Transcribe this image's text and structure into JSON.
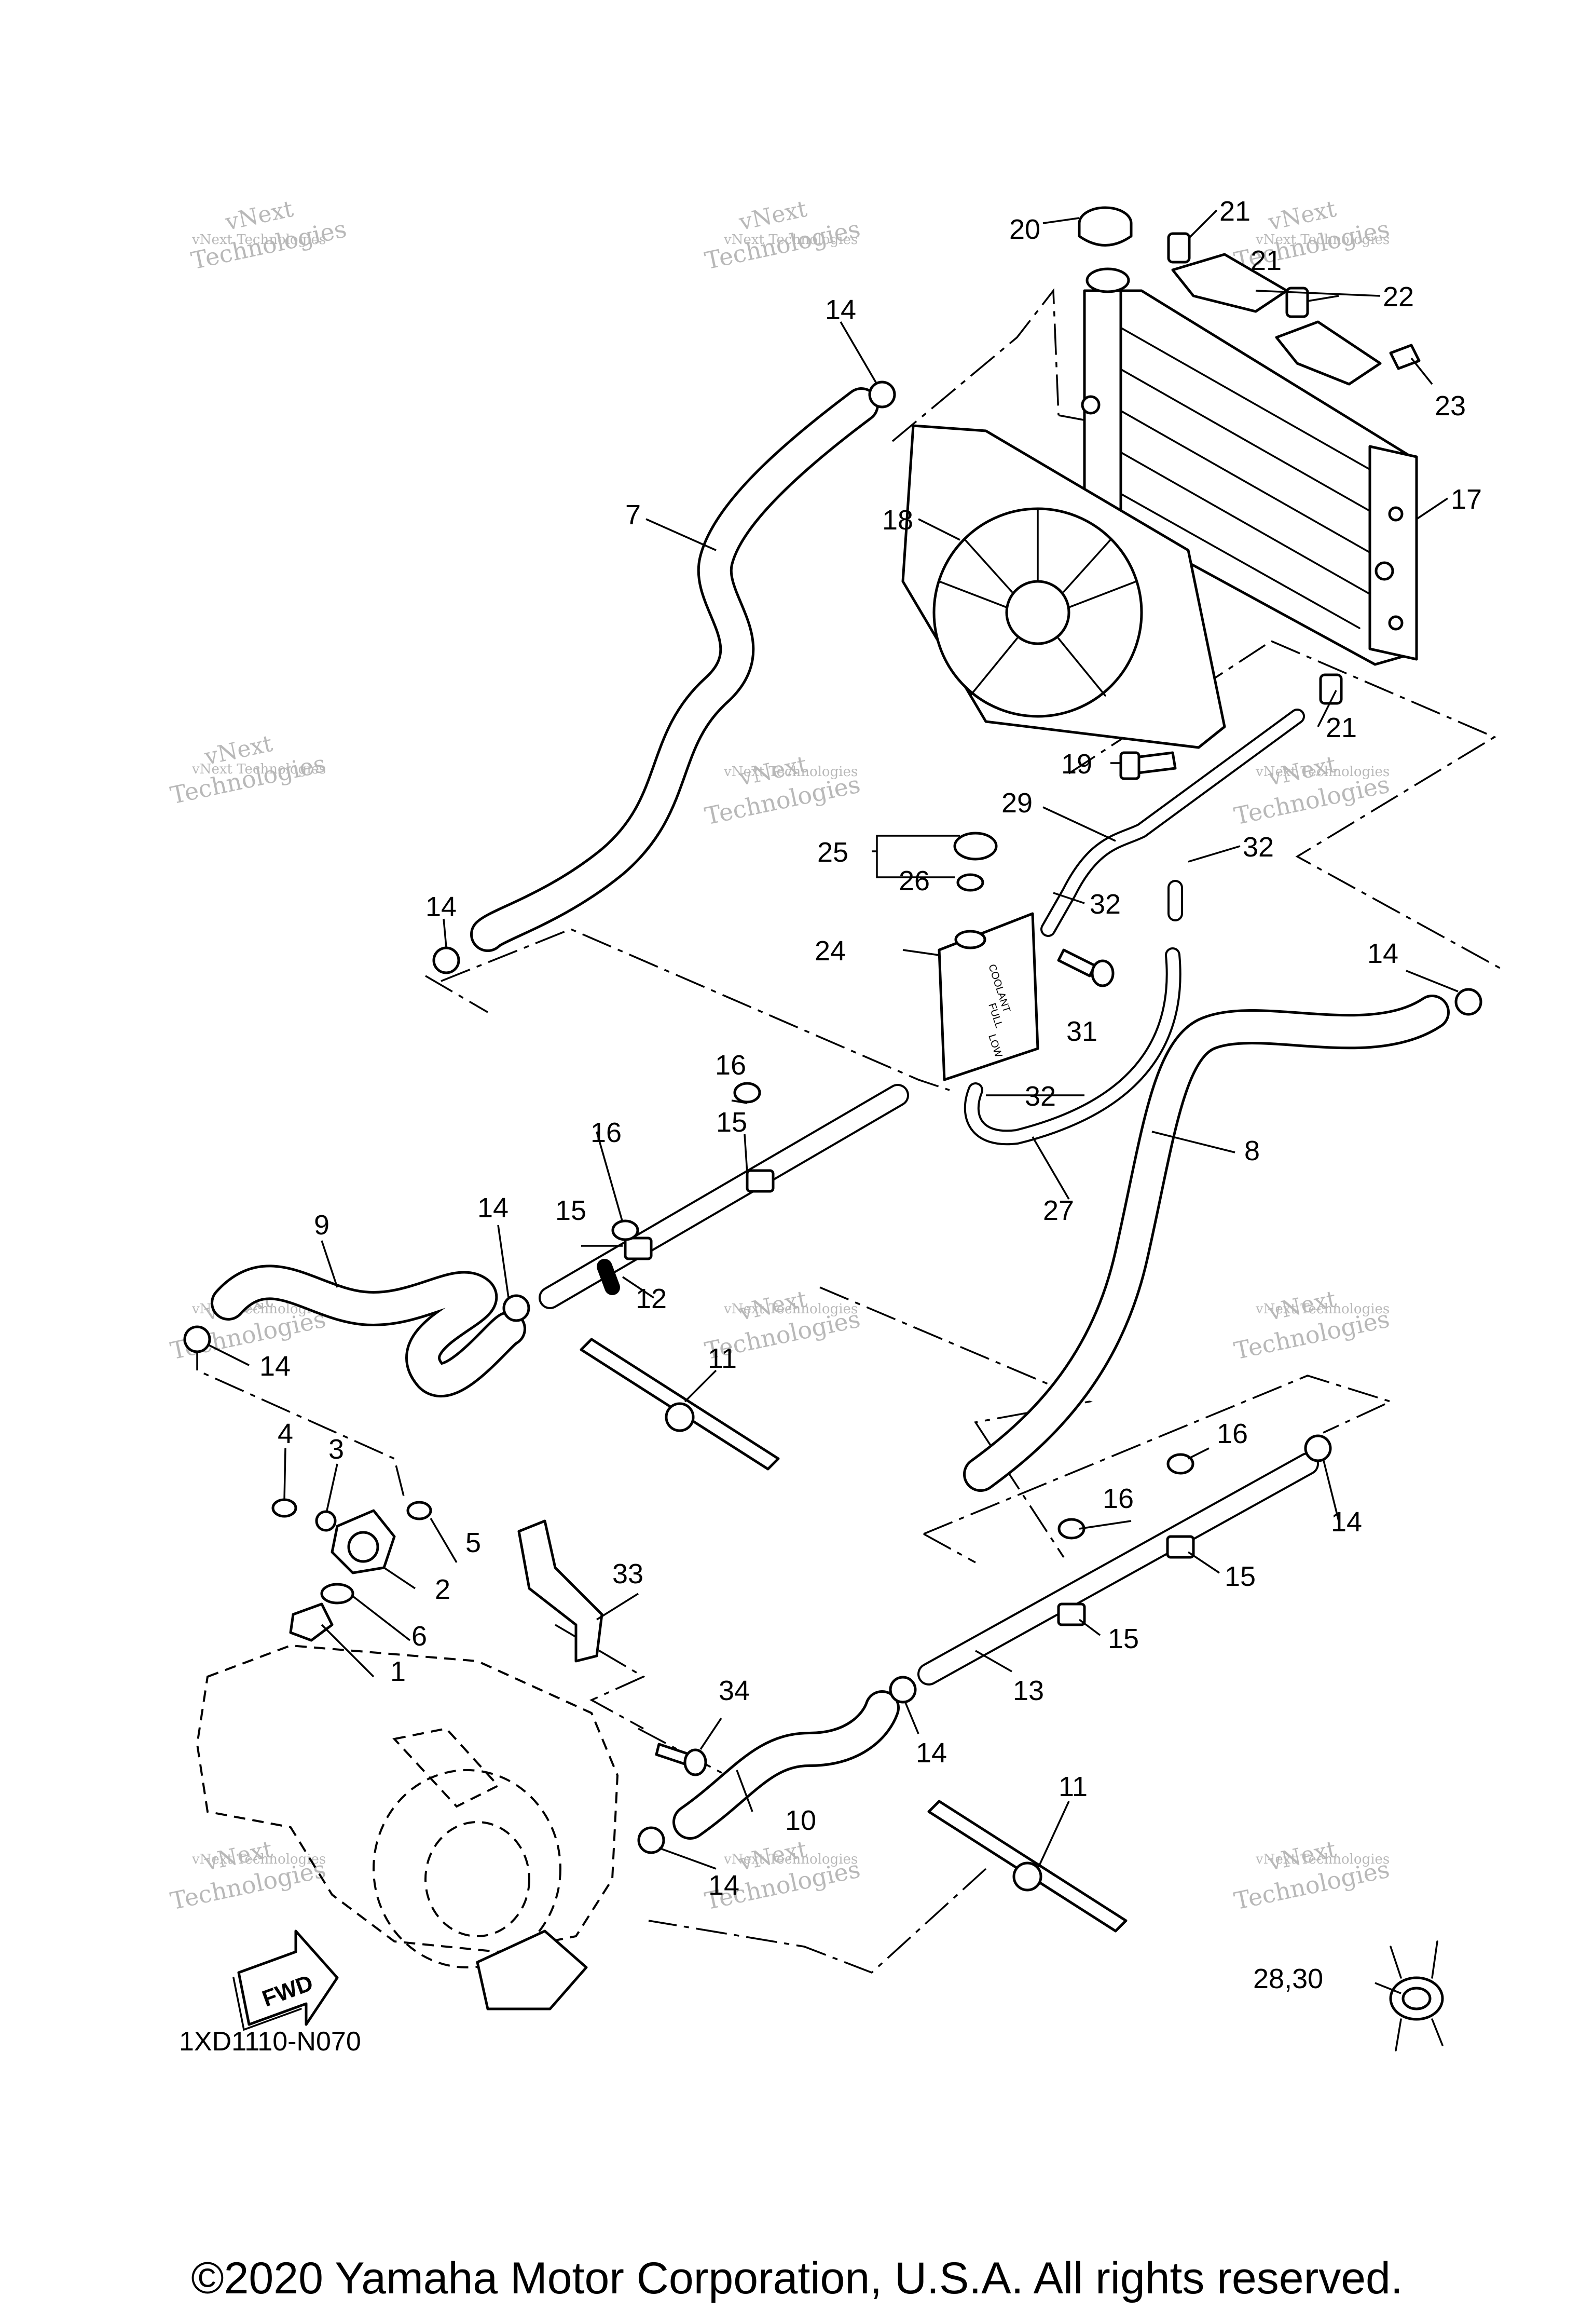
{
  "callouts": [
    "1",
    "2",
    "3",
    "4",
    "5",
    "6",
    "7",
    "8",
    "9",
    "10",
    "11",
    "12",
    "13",
    "14",
    "15",
    "16",
    "17",
    "18",
    "19",
    "20",
    "21",
    "22",
    "23",
    "24",
    "25",
    "26",
    "27",
    "28,30",
    "29",
    "31",
    "32",
    "33",
    "34"
  ],
  "watermark": {
    "line1": "vNext",
    "line2": "Technologies",
    "combined": "vNext Technologies"
  },
  "reservoir_marks": {
    "coolant": "COOLANT",
    "full": "FULL",
    "low": "LOW"
  },
  "fwd_label": "FWD",
  "diagram_code": "1XD1110-N070",
  "copyright": "©2020 Yamaha Motor Corporation, U.S.A. All rights reserved."
}
